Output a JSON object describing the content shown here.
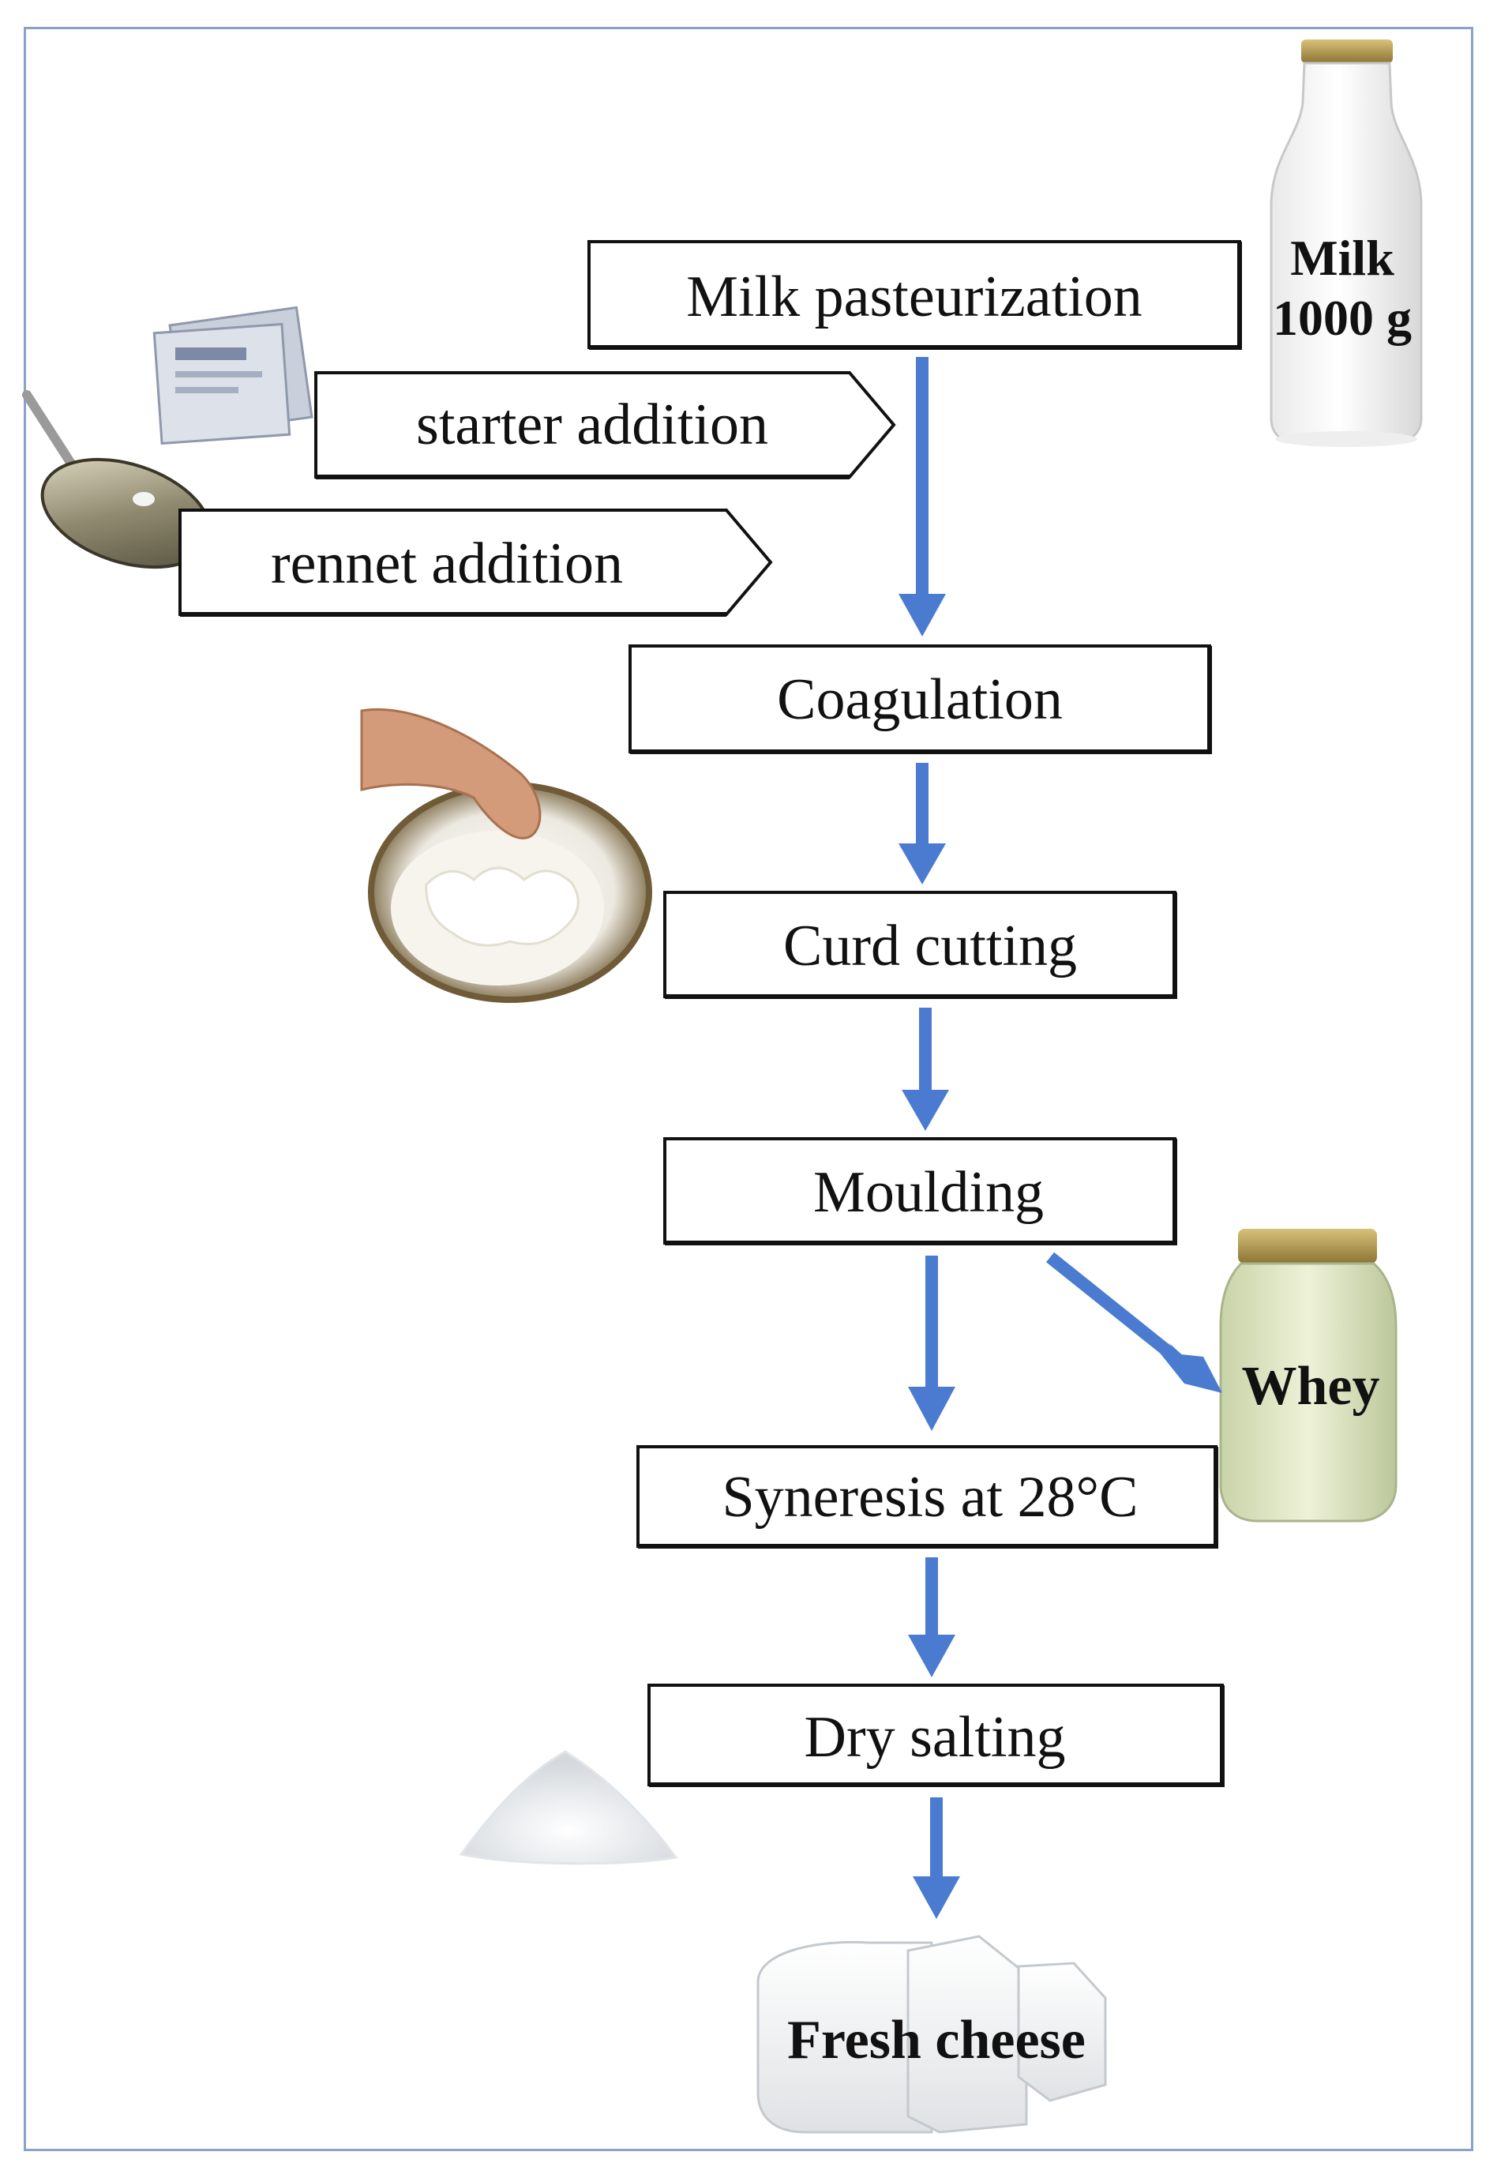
{
  "diagram": {
    "steps": {
      "pasteurization": "Milk pasteurization",
      "starter": "starter addition",
      "rennet": "rennet addition",
      "coagulation": "Coagulation",
      "curd_cutting": "Curd cutting",
      "moulding": "Moulding",
      "syneresis": "Syneresis at 28°C",
      "dry_salting": "Dry salting"
    },
    "labels": {
      "milk_line1": "Milk",
      "milk_line2": "1000 g",
      "whey": "Whey",
      "fresh_cheese": "Fresh cheese"
    },
    "colors": {
      "arrow": "#4a7bd1",
      "frame": "#8aa1c9",
      "box_border": "#111111"
    }
  }
}
